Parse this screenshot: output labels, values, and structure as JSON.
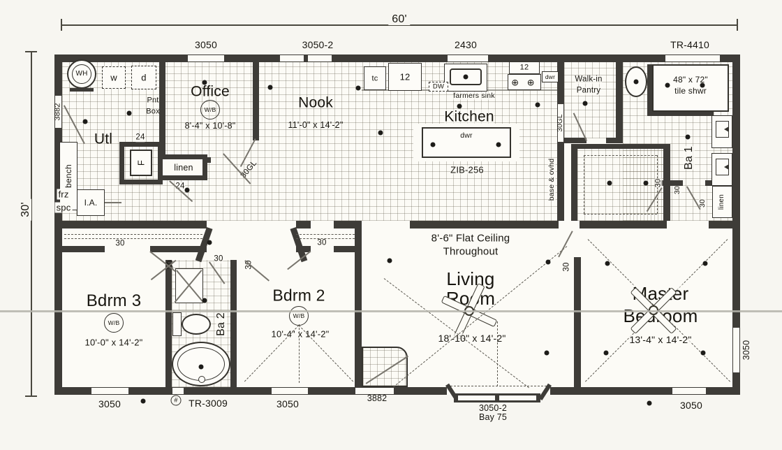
{
  "plan": {
    "dimensions": {
      "width": "60'",
      "height": "30'"
    },
    "exterior": {
      "top": {
        "w1": "3050",
        "w2": "3050-2",
        "w3": "2430",
        "w4": "TR-4410"
      },
      "bottom": {
        "w1": "3050",
        "door_symbol": "#",
        "door": "TR-3009",
        "w2": "3050",
        "w3": "3882",
        "w4": "3050-2",
        "w4b": "Bay 75",
        "w5": "3050"
      },
      "left": {
        "w1": "3882"
      },
      "right": {
        "w1": "3050"
      }
    },
    "utility": {
      "name": "Utl",
      "water_heater": "WH",
      "washer": "w",
      "dryer": "d",
      "pnt_line1": "Pnt",
      "pnt_line2": "Box",
      "bench": "bench",
      "frz_line1": "frz",
      "frz_line2": "spc",
      "intake": "I.A.",
      "furnace": "F",
      "door24_a": "24",
      "door24_b": "24",
      "linen": "linen"
    },
    "office": {
      "name": "Office",
      "wiring": "W/B",
      "size": "8'-4\" x 10'-8\""
    },
    "nook": {
      "name": "Nook",
      "size": "11'-0\" x 14'-2\""
    },
    "hall": {
      "door": "30GL"
    },
    "kitchen": {
      "name": "Kitchen",
      "tc": "tc",
      "cab_a": "12",
      "cab_b": "12",
      "dw": "DW",
      "sink": "farmers sink",
      "burners": "⊕ ⊕",
      "dwr_a": "dwr",
      "dwr_island": "dwr",
      "model": "ZIB-256",
      "door": "30GL",
      "counter": "base & ovhd"
    },
    "pantry": {
      "name_line1": "Walk-in",
      "name_line2": "Pantry"
    },
    "bath1": {
      "name": "Ba 1",
      "shower_line1": "48\" x 72\"",
      "shower_line2": "tile shwr",
      "linen": "linen",
      "door_a": "30",
      "door_b": "30"
    },
    "closet": {
      "door": "30"
    },
    "bdrm3": {
      "name": "Bdrm 3",
      "wiring": "W/B",
      "size": "10'-0\" x 14'-2\"",
      "closet_door": "30",
      "entry_door": "30"
    },
    "bath2": {
      "name": "Ba 2",
      "door": "30"
    },
    "bdrm2": {
      "name": "Bdrm 2",
      "wiring": "W/B",
      "size": "10'-4\" x 14'-2\"",
      "closet_door": "30",
      "entry_door": "30"
    },
    "living": {
      "note_line1": "8'-6\" Flat Ceiling",
      "note_line2": "Throughout",
      "name_line1": "Living",
      "name_line2": "Room",
      "size": "18'-10\" x 14'-2\""
    },
    "master": {
      "name_line1": "Master",
      "name_line2": "Bedroom",
      "size": "13'-4\" x 14'-2\"",
      "door": "30"
    }
  }
}
